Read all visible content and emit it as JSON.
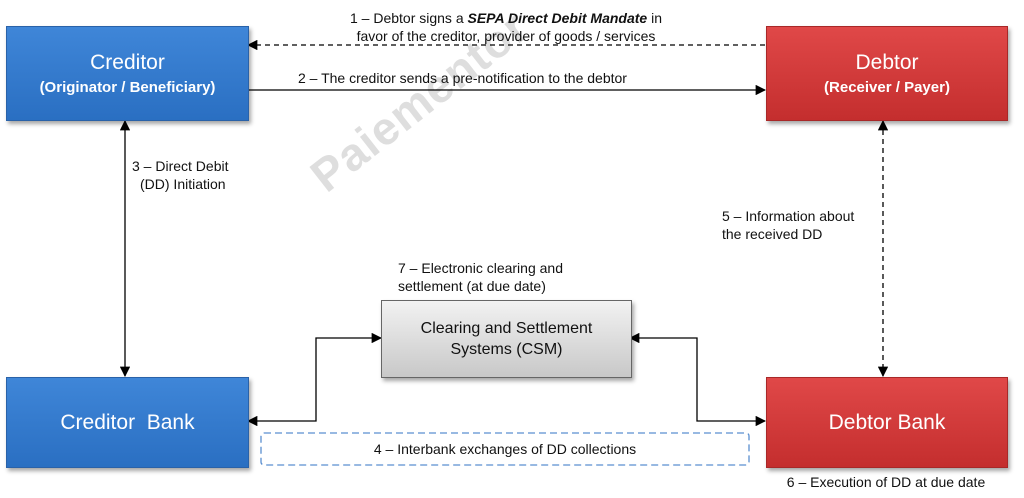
{
  "watermark": "Paiementor",
  "nodes": {
    "creditor": {
      "title": "Creditor",
      "subtitle": "(Originator / Beneficiary)"
    },
    "debtor": {
      "title": "Debtor",
      "subtitle": "(Receiver / Payer)"
    },
    "creditor_bank": {
      "title": "Creditor  Bank"
    },
    "debtor_bank": {
      "title": "Debtor Bank"
    },
    "csm": {
      "line1": "Clearing and Settlement",
      "line2": "Systems (CSM)"
    }
  },
  "steps": {
    "s1": {
      "prefix": "1 – Debtor signs a ",
      "emphasis": "SEPA Direct Debit Mandate",
      "suffix": " in",
      "line2": "favor of the creditor, provider of goods / services"
    },
    "s2": "2 – The creditor sends a pre-notification to the debtor",
    "s3": {
      "line1": "3 – Direct Debit",
      "line2": "(DD) Initiation"
    },
    "s4": "4 – Interbank exchanges of DD collections",
    "s5": {
      "line1": "5 – Information about",
      "line2": "the received DD"
    },
    "s6": "6 – Execution of DD at due date",
    "s7": {
      "line1": "7 – Electronic clearing and",
      "line2": "settlement (at due date)"
    }
  },
  "colors": {
    "blue": "#2f78cf",
    "red": "#d03a3a",
    "csm": "#d9d9d9",
    "dashed_box": "#5b8fd0"
  }
}
